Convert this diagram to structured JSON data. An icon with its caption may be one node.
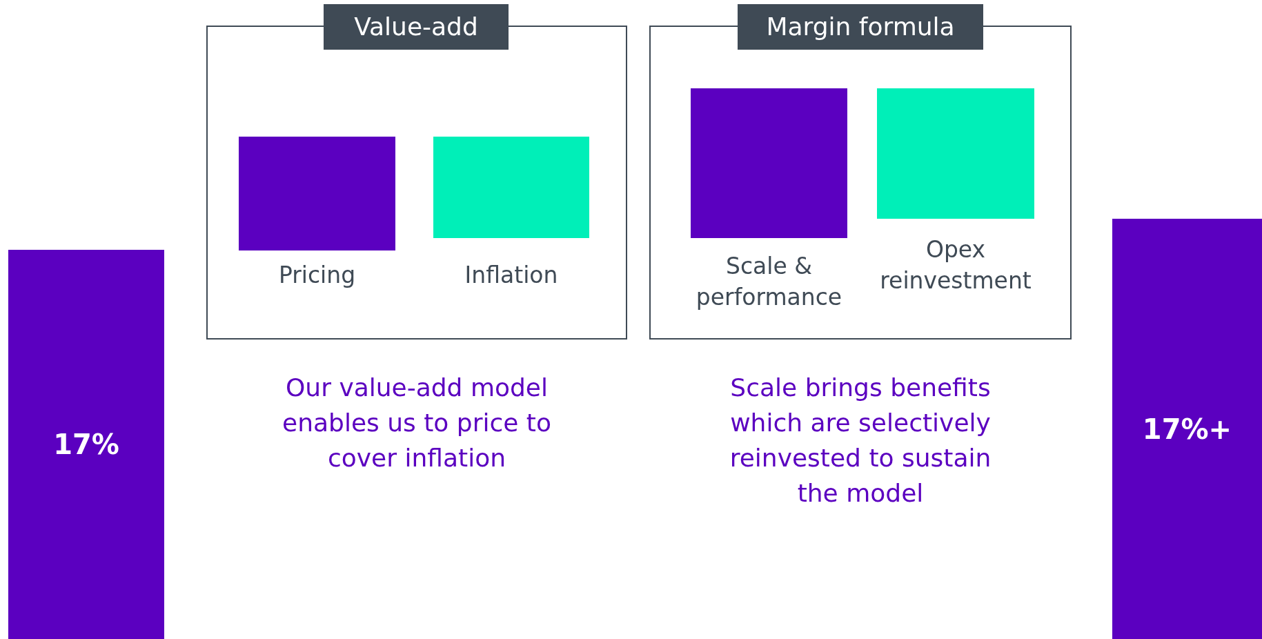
{
  "diagram": {
    "nodes": [
      {
        "text": [
          "17%"
        ]
      },
      {
        "text": [
          "Value-add"
        ],
        "beside": [
          "Our value-add model enables us to price to cover inflation"
        ]
      },
      {
        "text": [
          "Pricing"
        ],
        "in": 1
      },
      {
        "text": [
          "Inflation"
        ],
        "in": 1
      },
      {
        "text": [
          "Margin formula"
        ],
        "beside": [
          "Scale brings benefits which are selectively reinvested to sustain the model"
        ]
      },
      {
        "text": [
          "Scale & performance"
        ],
        "in": 4
      },
      {
        "text": [
          "Opex reinvestment"
        ],
        "in": 4
      },
      {
        "text": [
          "17%+"
        ]
      }
    ]
  }
}
